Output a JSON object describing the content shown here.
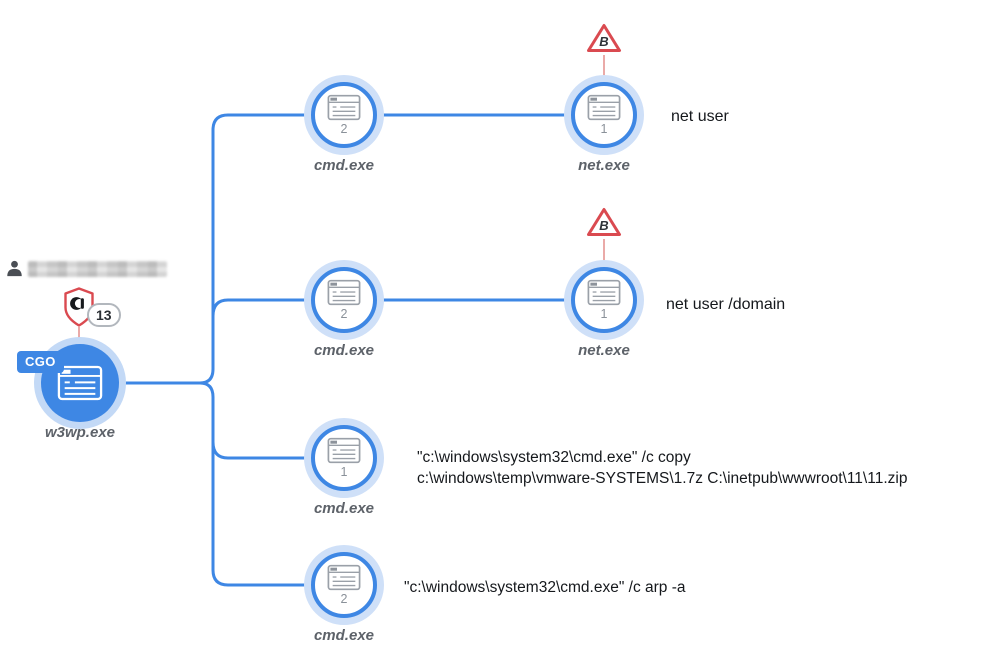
{
  "diagram_type": "process-tree",
  "root": {
    "label": "w3wp.exe",
    "tag": "CGO",
    "alert_badge": "13",
    "user_name_redacted": true
  },
  "nodes": [
    {
      "label": "cmd.exe",
      "count": "2"
    },
    {
      "label": "net.exe",
      "count": "1",
      "flag": "B",
      "annotation": "net user"
    },
    {
      "label": "cmd.exe",
      "count": "2"
    },
    {
      "label": "net.exe",
      "count": "1",
      "flag": "B",
      "annotation": "net user /domain"
    },
    {
      "label": "cmd.exe",
      "count": "1",
      "annotation_line1": "\"c:\\windows\\system32\\cmd.exe\" /c copy",
      "annotation_line2": "c:\\windows\\temp\\vmware-SYSTEMS\\1.7z C:\\inetpub\\wwwroot\\11\\11.zip"
    },
    {
      "label": "cmd.exe",
      "count": "2",
      "annotation": "\"c:\\windows\\system32\\cmd.exe\" /c arp -a"
    }
  ],
  "icons": {
    "process": "window-icon",
    "user": "person-icon",
    "alert": "shield-icon",
    "flag": "warning-triangle-icon"
  },
  "colors": {
    "accent_blue": "#3e87e4",
    "glow_blue": "#cfe0f8",
    "alert_red": "#da4a50",
    "soft_red": "#e59493",
    "icon_gray": "#9aa0a8",
    "label_gray": "#5d6269"
  }
}
